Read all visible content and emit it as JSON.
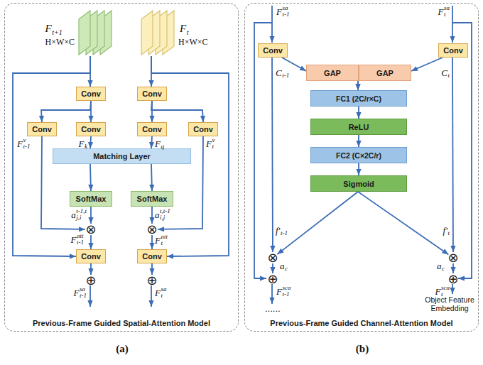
{
  "diagram": {
    "nodes": [
      {
        "text": [
          "Previous-Frame Guided Spatial-Attention Model"
        ]
      },
      {
        "text": [
          "F",
          "t+1",
          "H×W×C"
        ],
        "in": 0
      },
      {
        "text": [
          "F",
          "t",
          "H×W×C"
        ],
        "in": 0
      },
      {
        "text": [
          "Conv"
        ],
        "in": 0
      },
      {
        "text": [
          "Conv"
        ],
        "in": 0
      },
      {
        "text": [
          "Conv"
        ],
        "in": 0
      },
      {
        "text": [
          "Conv"
        ],
        "in": 0
      },
      {
        "text": [
          "Conv"
        ],
        "in": 0
      },
      {
        "text": [
          "Conv"
        ],
        "in": 0
      },
      {
        "text": [
          "Matching Layer"
        ],
        "in": 0
      },
      {
        "text": [
          "SoftMax"
        ],
        "in": 0
      },
      {
        "text": [
          "SoftMax"
        ],
        "in": 0
      },
      {
        "text": [
          "⊗"
        ],
        "in": 0
      },
      {
        "text": [
          "⊗"
        ],
        "in": 0
      },
      {
        "text": [
          "Conv"
        ],
        "in": 0
      },
      {
        "text": [
          "Conv"
        ],
        "in": 0
      },
      {
        "text": [
          "⊕"
        ],
        "in": 0
      },
      {
        "text": [
          "⊕"
        ],
        "in": 0
      },
      {
        "text": [
          "Previous-Frame Guided Channel-Attention Model"
        ]
      },
      {
        "text": [
          "Conv"
        ],
        "in": 18
      },
      {
        "text": [
          "Conv"
        ],
        "in": 18
      },
      {
        "text": [
          "GAP"
        ],
        "in": 18
      },
      {
        "text": [
          "GAP"
        ],
        "in": 18
      },
      {
        "text": [
          "FC1 (2C/r×C)"
        ],
        "in": 18
      },
      {
        "text": [
          "ReLU"
        ],
        "in": 18
      },
      {
        "text": [
          "FC2 (C×2C/r)"
        ],
        "in": 18
      },
      {
        "text": [
          "Sigmoid"
        ],
        "in": 18
      },
      {
        "text": [
          "⊗"
        ],
        "in": 18
      },
      {
        "text": [
          "⊗"
        ],
        "in": 18
      },
      {
        "text": [
          "⊕"
        ],
        "in": 18
      },
      {
        "text": [
          "⊕"
        ],
        "in": 18
      }
    ],
    "edges": [
      {
        "from": 1,
        "to": 3,
        "arrow": "to"
      },
      {
        "from": 1,
        "to": 14,
        "arrow": "to"
      },
      {
        "from": 2,
        "to": 4,
        "arrow": "to"
      },
      {
        "from": 2,
        "to": 15,
        "arrow": "to"
      },
      {
        "from": 3,
        "to": 5,
        "arrow": "to"
      },
      {
        "from": 3,
        "to": 6,
        "arrow": "to"
      },
      {
        "from": 4,
        "to": 7,
        "arrow": "to"
      },
      {
        "from": 4,
        "to": 8,
        "arrow": "to"
      },
      {
        "from": 5,
        "to": 12,
        "arrow": "to"
      },
      {
        "from": 6,
        "to": 9,
        "arrow": "to"
      },
      {
        "from": 7,
        "to": 9,
        "arrow": "to"
      },
      {
        "from": 8,
        "to": 13,
        "arrow": "to"
      },
      {
        "from": 9,
        "to": 10,
        "arrow": "to"
      },
      {
        "from": 9,
        "to": 11,
        "arrow": "to"
      },
      {
        "from": 10,
        "to": 12,
        "arrow": "to"
      },
      {
        "from": 11,
        "to": 13,
        "arrow": "to"
      },
      {
        "from": 12,
        "to": 14,
        "arrow": "to"
      },
      {
        "from": 13,
        "to": 15,
        "arrow": "to"
      },
      {
        "from": 14,
        "to": 16,
        "arrow": "to"
      },
      {
        "from": 15,
        "to": 17,
        "arrow": "to"
      },
      {
        "from": 19,
        "to": 21,
        "arrow": "to"
      },
      {
        "from": 19,
        "to": 27,
        "arrow": "to"
      },
      {
        "from": 20,
        "to": 22,
        "arrow": "to"
      },
      {
        "from": 20,
        "to": 28,
        "arrow": "to"
      },
      {
        "from": 21,
        "to": 23,
        "arrow": "to"
      },
      {
        "from": 22,
        "to": 23,
        "arrow": "to"
      },
      {
        "from": 23,
        "to": 24,
        "arrow": "to"
      },
      {
        "from": 24,
        "to": 25,
        "arrow": "to"
      },
      {
        "from": 25,
        "to": 26,
        "arrow": "to"
      },
      {
        "from": 26,
        "to": 27,
        "arrow": "to"
      },
      {
        "from": 26,
        "to": 28,
        "arrow": "to"
      },
      {
        "from": 27,
        "to": 29,
        "arrow": "to"
      },
      {
        "from": 28,
        "to": 30,
        "arrow": "to"
      }
    ],
    "labels": [
      "F",
      "v",
      "t-1",
      "F",
      "k",
      "F",
      "q",
      "F",
      "v",
      "t",
      "a",
      "t-1,t",
      "j,i",
      "a",
      "t,t-1",
      "i,j",
      "F",
      "att",
      "t-1",
      "F",
      "att",
      "t",
      "F",
      "sa",
      "t-1",
      "F",
      "sa",
      "t",
      "(a)",
      "F",
      "sa",
      "t-1",
      "F",
      "sa",
      "t",
      "C",
      "t-1",
      "C",
      "t",
      "f'",
      "t-1",
      "f'",
      "t",
      "a",
      "c",
      "a",
      "c",
      "F",
      "sca",
      "t-1",
      "F",
      "sca",
      "t",
      "......",
      "Object Feature Embedding",
      "(b)"
    ]
  }
}
